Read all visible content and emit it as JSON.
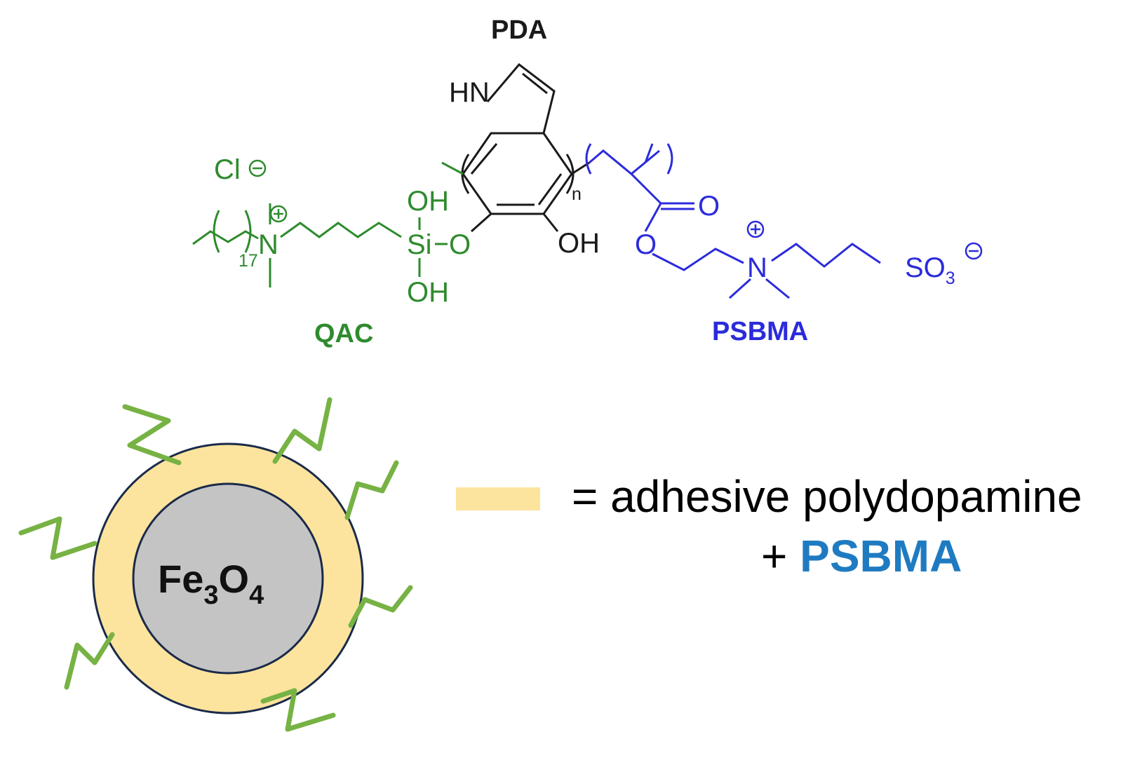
{
  "structure": {
    "pda_label": "PDA",
    "qac_label": "QAC",
    "psbma_label": "PSBMA",
    "hn": "HN",
    "cl": "Cl",
    "n_qac": "N",
    "chain_count": "17",
    "oh_top": "OH",
    "si": "Si",
    "o_si": "O",
    "oh_bottom": "OH",
    "oh_ring": "OH",
    "repeat_n": "n",
    "o_carbonyl": "O",
    "o_ester": "O",
    "n_psbma": "N",
    "so3": "SO",
    "so3_sub": "3"
  },
  "particle": {
    "core": "Fe",
    "core_sub1": "3",
    "core_o": "O",
    "core_sub2": "4"
  },
  "legend": {
    "line1": "= adhesive polydopamine",
    "plus": "+ ",
    "highlight": "PSBMA"
  },
  "colors": {
    "qac": "#2e8b2e",
    "psbma": "#2b2bdc",
    "pda": "#1a1a1a",
    "shell": "#fde49e",
    "core": "#c4c4c4",
    "chain": "#77b244",
    "legend_highlight": "#1f7bc1"
  }
}
